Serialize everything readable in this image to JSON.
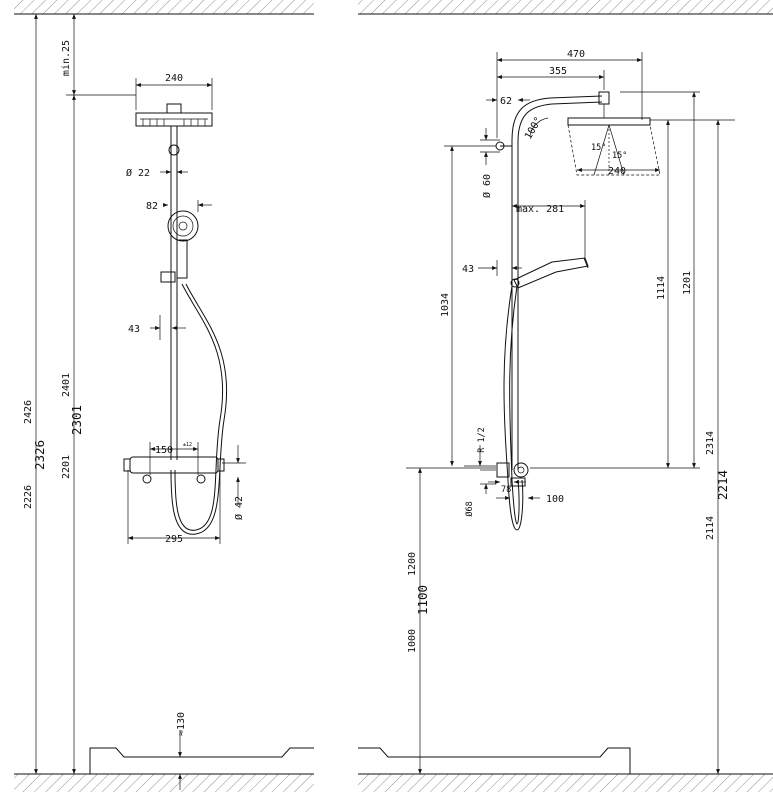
{
  "front": {
    "min_ceiling": "min.25",
    "head_width": "240",
    "pipe_dia": "Ø 22",
    "hand_shower": "82",
    "rail_offset": "43",
    "center_150": "150",
    "center_tol": "±12",
    "body_width": "295",
    "body_dia": "Ø 42",
    "h_2426": "2426",
    "h_2326": "2326",
    "h_2226": "2226",
    "h_2401": "2401",
    "h_2301": "2301",
    "h_2201": "2201",
    "floor_gap": "≈130"
  },
  "side": {
    "arm_470": "470",
    "arm_355": "355",
    "wall_62": "62",
    "angle_100": "100°",
    "angle_15a": "15°",
    "angle_15b": "15°",
    "head_240": "240",
    "dia_60": "Ø 60",
    "max_281": "max. 281",
    "wall_43": "43",
    "h_1034": "1034",
    "h_1114": "1114",
    "h_1201": "1201",
    "thread": "R 1/2",
    "dia_68": "Ø68",
    "d_78": "78",
    "d_100": "100",
    "h_2314": "2314",
    "h_2214": "2214",
    "h_2114": "2114",
    "h_1200": "1200",
    "h_1100": "1100",
    "h_1000": "1000"
  }
}
